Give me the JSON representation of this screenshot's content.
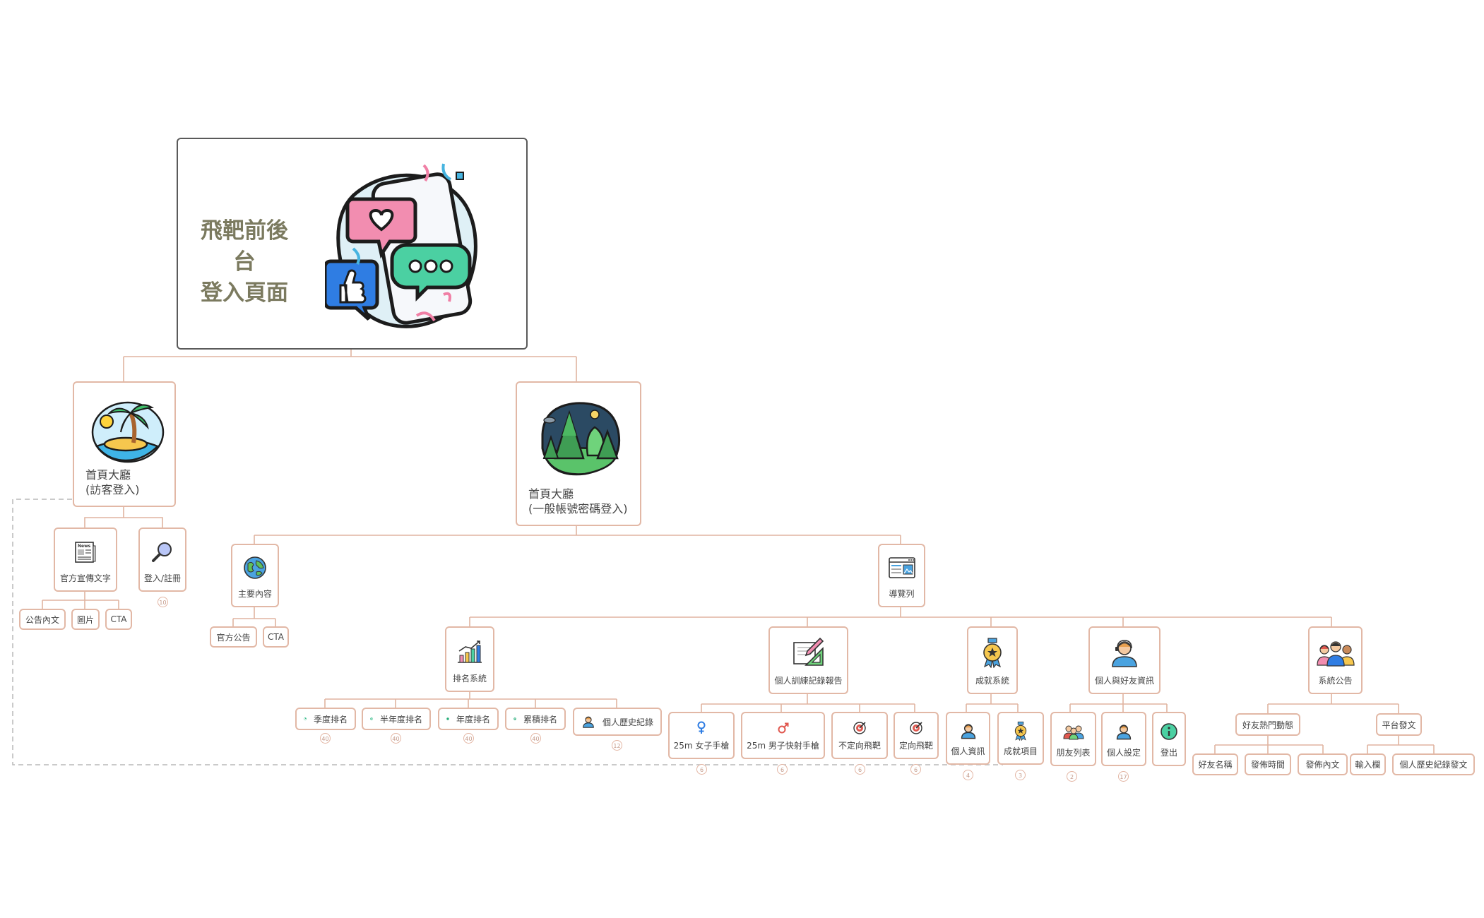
{
  "root": {
    "title_line1": "飛靶前後台",
    "title_line2": "登入頁面"
  },
  "guest": {
    "label_line1": "首頁大廳",
    "label_line2": "(訪客登入)",
    "children": [
      {
        "label": "官方宣傳文字",
        "icon": "newspaper-icon",
        "children": [
          {
            "label": "公告內文"
          },
          {
            "label": "圖片"
          },
          {
            "label": "CTA"
          }
        ]
      },
      {
        "label": "登入/註冊",
        "icon": "magnifier-icon",
        "badge": "10"
      }
    ]
  },
  "member": {
    "label_line1": "首頁大廳",
    "label_line2": "(一般帳號密碼登入)",
    "main": {
      "label": "主要內容",
      "icon": "globe-icon",
      "children": [
        {
          "label": "官方公告"
        },
        {
          "label": "CTA"
        }
      ]
    },
    "nav": {
      "label": "導覽列",
      "icon": "browser-window-icon",
      "sections": [
        {
          "label": "排名系統",
          "icon": "bar-chart-icon",
          "children": [
            {
              "label": "季度排名",
              "icon": "quarter-pie-icon",
              "badge": "40"
            },
            {
              "label": "半年度排名",
              "icon": "half-pie-icon",
              "badge": "40"
            },
            {
              "label": "年度排名",
              "icon": "full-circle-icon",
              "badge": "40"
            },
            {
              "label": "累積排名",
              "icon": "flag-circle-icon",
              "badge": "40"
            },
            {
              "label": "個人歷史紀錄",
              "icon": "person-icon",
              "badge": "12"
            }
          ]
        },
        {
          "label": "個人訓練記錄報告",
          "icon": "drafting-tools-icon",
          "children": [
            {
              "label": "25m 女子手槍",
              "icon": "female-icon",
              "badge": "6"
            },
            {
              "label": "25m 男子快射手槍",
              "icon": "male-icon",
              "badge": "6"
            },
            {
              "label": "不定向飛靶",
              "icon": "target-icon",
              "badge": "6"
            },
            {
              "label": "定向飛靶",
              "icon": "target-icon",
              "badge": "6"
            }
          ]
        },
        {
          "label": "成就系統",
          "icon": "medal-icon",
          "children": [
            {
              "label": "個人資訊",
              "icon": "person-icon",
              "badge": "4"
            },
            {
              "label": "成就項目",
              "icon": "medal-icon",
              "badge": "3"
            }
          ]
        },
        {
          "label": "個人與好友資訊",
          "icon": "headset-person-icon",
          "children": [
            {
              "label": "朋友列表",
              "icon": "group-icon",
              "badge": "2"
            },
            {
              "label": "個人設定",
              "icon": "person-icon",
              "badge": "17"
            },
            {
              "label": "登出",
              "icon": "info-icon"
            }
          ]
        },
        {
          "label": "系統公告",
          "icon": "people-icon",
          "children": [
            {
              "label": "好友熱門動態",
              "children": [
                {
                  "label": "好友名稱"
                },
                {
                  "label": "發佈時間"
                },
                {
                  "label": "發佈內文"
                }
              ]
            },
            {
              "label": "平台發文",
              "children": [
                {
                  "label": "輸入欄"
                },
                {
                  "label": "個人歷史紀錄發文"
                }
              ]
            }
          ]
        }
      ]
    }
  }
}
